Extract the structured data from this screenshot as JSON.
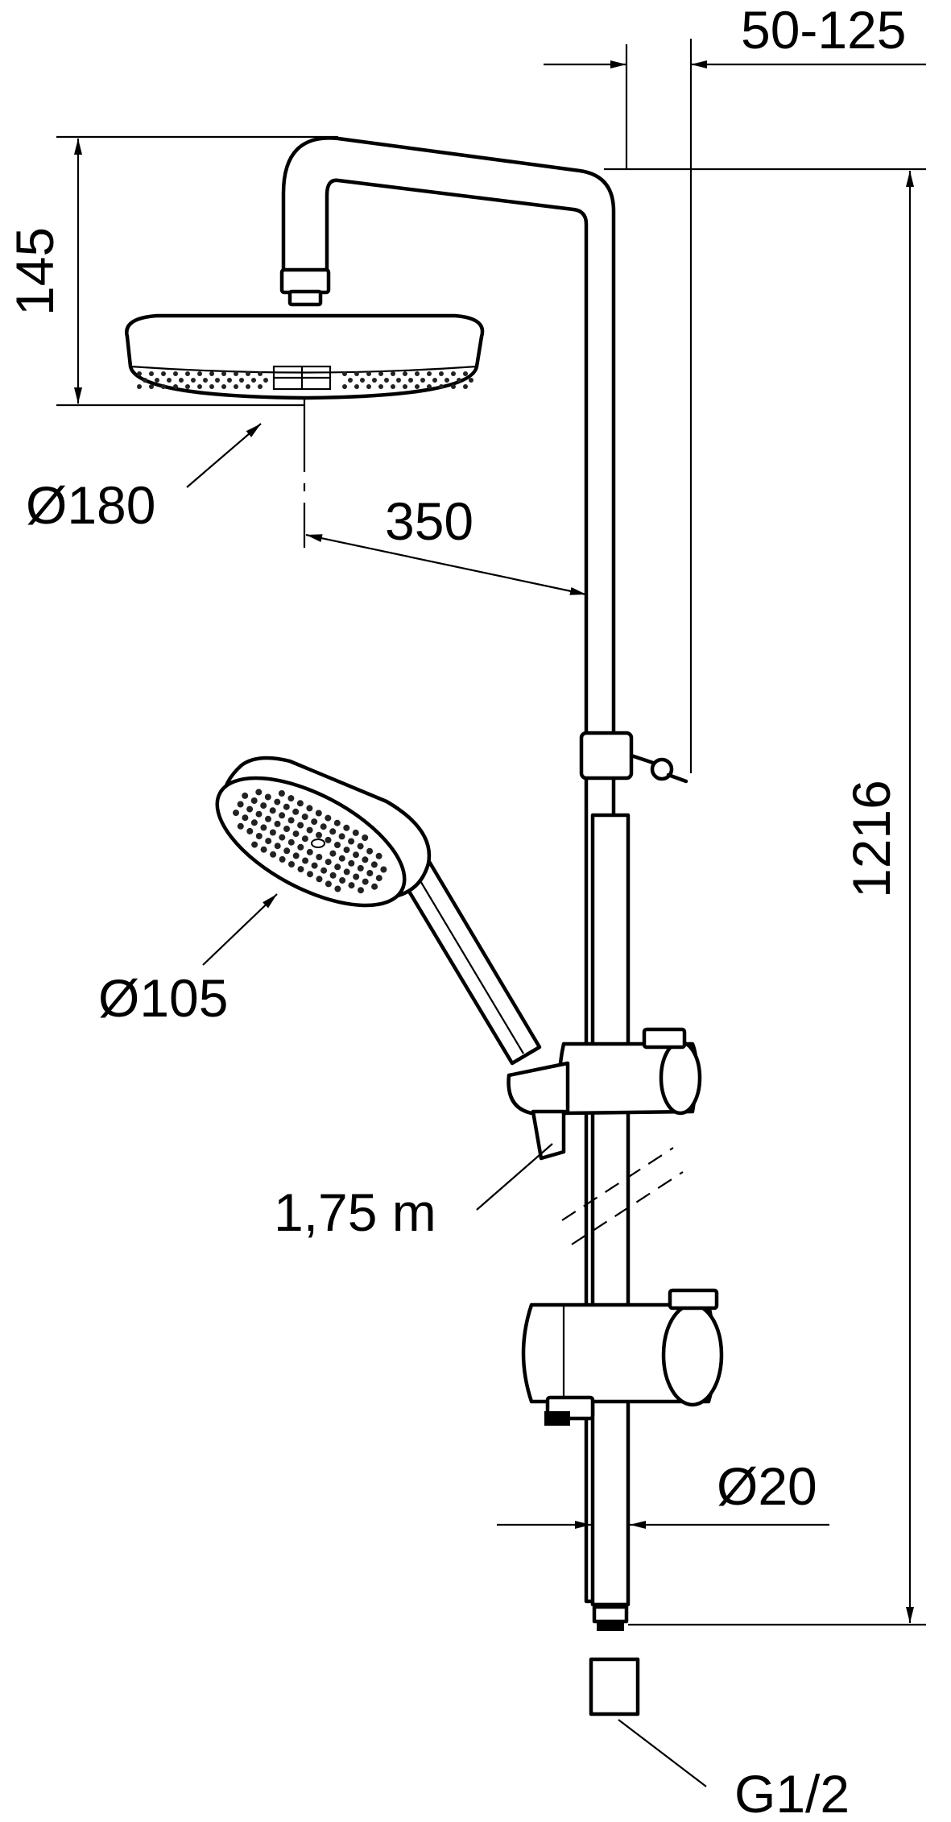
{
  "labels": {
    "top_offset": "50-125",
    "head_height": "145",
    "overhead_diameter": "Ø180",
    "arm_projection": "350",
    "total_height": "1216",
    "hand_shower_diameter": "Ø105",
    "hose_length": "1,75 m",
    "rail_diameter": "Ø20",
    "connection_thread": "G1/2"
  }
}
